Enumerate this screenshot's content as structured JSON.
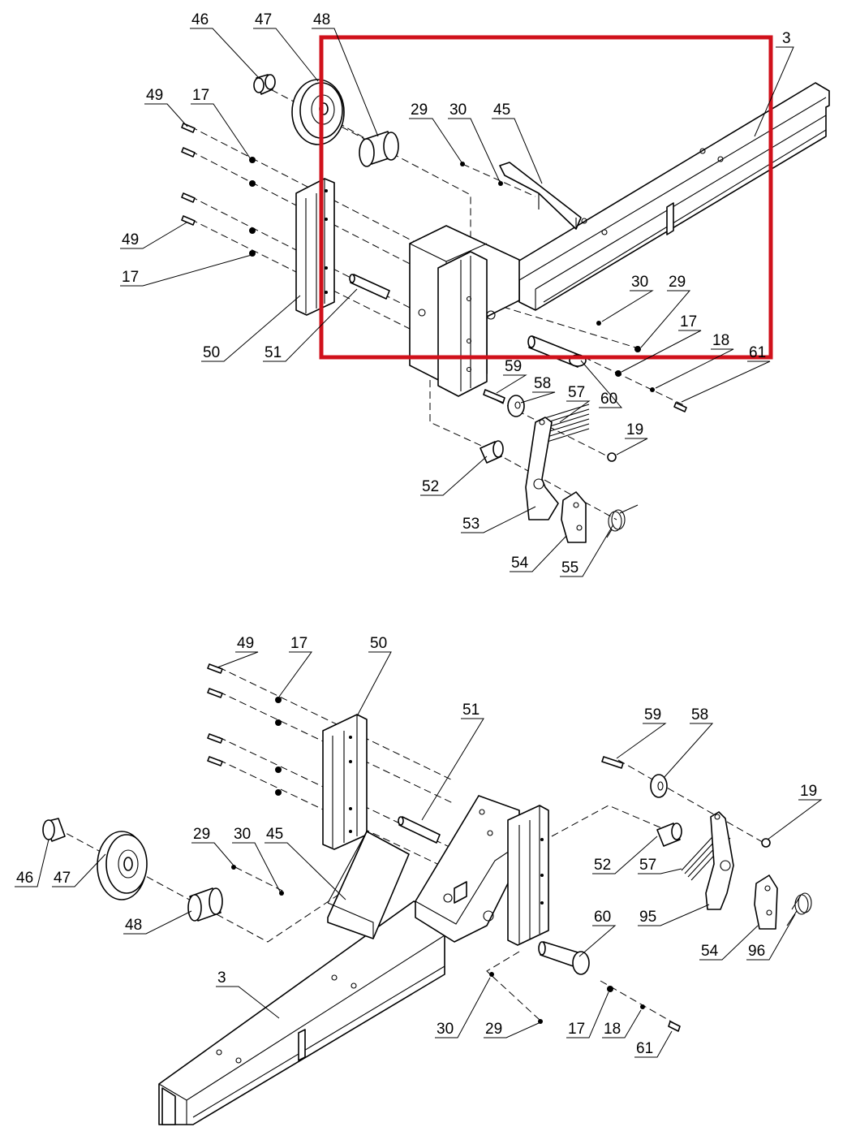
{
  "highlight_color": "#d0111b",
  "top": {
    "labels": [
      {
        "name": "label-46",
        "text": "46"
      },
      {
        "name": "label-47",
        "text": "47"
      },
      {
        "name": "label-48",
        "text": "48"
      },
      {
        "name": "label-3",
        "text": "3"
      },
      {
        "name": "label-49a",
        "text": "49"
      },
      {
        "name": "label-17a",
        "text": "17"
      },
      {
        "name": "label-29a",
        "text": "29"
      },
      {
        "name": "label-30a",
        "text": "30"
      },
      {
        "name": "label-45",
        "text": "45"
      },
      {
        "name": "label-49b",
        "text": "49"
      },
      {
        "name": "label-17b",
        "text": "17"
      },
      {
        "name": "label-30b",
        "text": "30"
      },
      {
        "name": "label-29b",
        "text": "29"
      },
      {
        "name": "label-17c",
        "text": "17"
      },
      {
        "name": "label-18",
        "text": "18"
      },
      {
        "name": "label-61",
        "text": "61"
      },
      {
        "name": "label-50",
        "text": "50"
      },
      {
        "name": "label-51",
        "text": "51"
      },
      {
        "name": "label-59",
        "text": "59"
      },
      {
        "name": "label-58",
        "text": "58"
      },
      {
        "name": "label-57",
        "text": "57"
      },
      {
        "name": "label-60",
        "text": "60"
      },
      {
        "name": "label-19",
        "text": "19"
      },
      {
        "name": "label-52",
        "text": "52"
      },
      {
        "name": "label-53",
        "text": "53"
      },
      {
        "name": "label-54",
        "text": "54"
      },
      {
        "name": "label-55",
        "text": "55"
      }
    ]
  },
  "bottom": {
    "labels": [
      {
        "name": "label-49",
        "text": "49"
      },
      {
        "name": "label-17a",
        "text": "17"
      },
      {
        "name": "label-50",
        "text": "50"
      },
      {
        "name": "label-51",
        "text": "51"
      },
      {
        "name": "label-59",
        "text": "59"
      },
      {
        "name": "label-58",
        "text": "58"
      },
      {
        "name": "label-19",
        "text": "19"
      },
      {
        "name": "label-46",
        "text": "46"
      },
      {
        "name": "label-47",
        "text": "47"
      },
      {
        "name": "label-29a",
        "text": "29"
      },
      {
        "name": "label-30a",
        "text": "30"
      },
      {
        "name": "label-45",
        "text": "45"
      },
      {
        "name": "label-52",
        "text": "52"
      },
      {
        "name": "label-57",
        "text": "57"
      },
      {
        "name": "label-48",
        "text": "48"
      },
      {
        "name": "label-95",
        "text": "95"
      },
      {
        "name": "label-60",
        "text": "60"
      },
      {
        "name": "label-54",
        "text": "54"
      },
      {
        "name": "label-96",
        "text": "96"
      },
      {
        "name": "label-3",
        "text": "3"
      },
      {
        "name": "label-30b",
        "text": "30"
      },
      {
        "name": "label-29b",
        "text": "29"
      },
      {
        "name": "label-17b",
        "text": "17"
      },
      {
        "name": "label-18",
        "text": "18"
      },
      {
        "name": "label-61",
        "text": "61"
      }
    ]
  }
}
